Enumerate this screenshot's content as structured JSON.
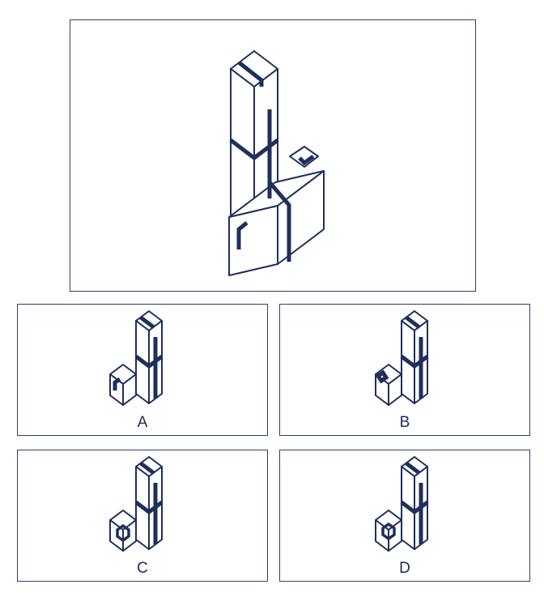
{
  "figure": {
    "options": [
      {
        "label": "A"
      },
      {
        "label": "B"
      },
      {
        "label": "C"
      },
      {
        "label": "D"
      }
    ]
  },
  "colors": {
    "stroke": "#1e2f5c",
    "border": "#2f4068",
    "background": "#ffffff"
  }
}
